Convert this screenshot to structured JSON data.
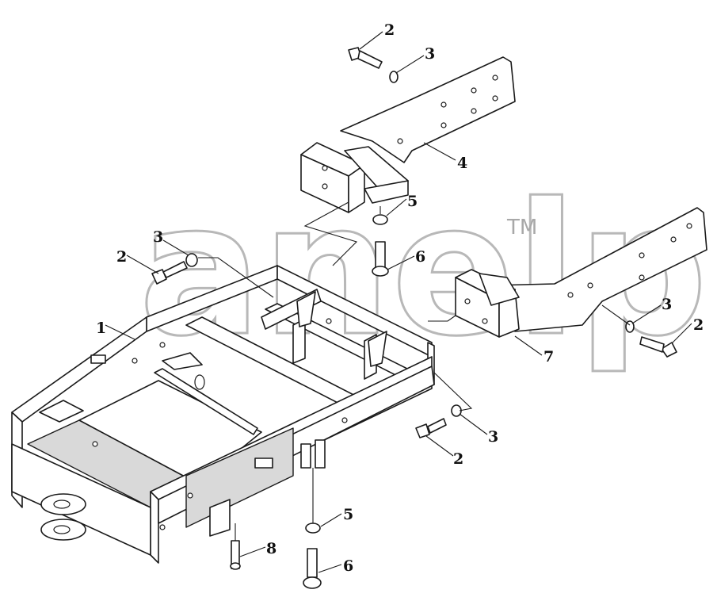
{
  "watermark": {
    "text": "anelp",
    "trademark": "TM"
  },
  "callouts": {
    "c1": "1",
    "c2a": "2",
    "c2b": "2",
    "c2c": "2",
    "c2d": "2",
    "c3a": "3",
    "c3b": "3",
    "c3c": "3",
    "c3d": "3",
    "c4": "4",
    "c5a": "5",
    "c5b": "5",
    "c6a": "6",
    "c6b": "6",
    "c7": "7",
    "c8": "8"
  }
}
